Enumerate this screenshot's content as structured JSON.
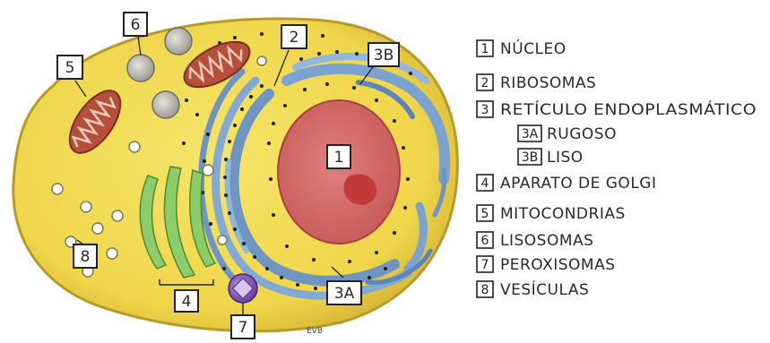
{
  "diagram": {
    "labels": [
      {
        "key": "nucleus",
        "num": "1"
      },
      {
        "key": "ribosomes",
        "num": "2"
      },
      {
        "key": "rer",
        "num": "3A"
      },
      {
        "key": "ser",
        "num": "3B"
      },
      {
        "key": "golgi",
        "num": "4"
      },
      {
        "key": "mitochondria",
        "num": "5"
      },
      {
        "key": "lysosomes",
        "num": "6"
      },
      {
        "key": "peroxisome",
        "num": "7"
      },
      {
        "key": "vesicles",
        "num": "8"
      }
    ],
    "signature": "EVB"
  },
  "legend": [
    {
      "num": "1",
      "text": "NÚCLEO"
    },
    {
      "num": "2",
      "text": "RIBOSOMAS"
    },
    {
      "num": "3",
      "text": "RETÍCULO ENDOPLASMÁTICO"
    },
    {
      "num": "3A",
      "text": "RUGOSO"
    },
    {
      "num": "3B",
      "text": "LISO"
    },
    {
      "num": "4",
      "text": "APARATO DE GOLGI"
    },
    {
      "num": "5",
      "text": "MITOCONDRIAS"
    },
    {
      "num": "6",
      "text": "LISOSOMAS"
    },
    {
      "num": "7",
      "text": "PEROXISOMAS"
    },
    {
      "num": "8",
      "text": "VESÍCULAS"
    }
  ],
  "colors": {
    "cytoplasm": "#f2dd4f",
    "membrane": "#b89a2a",
    "nucleus": "#d46a6a",
    "nucleolus": "#c23a3a",
    "er": "#7ba3cf",
    "golgi": "#8ccc6a",
    "mitochondria": "#b5503c",
    "lysosome": "#c8c8c0",
    "peroxisome": "#7a4fb0"
  }
}
